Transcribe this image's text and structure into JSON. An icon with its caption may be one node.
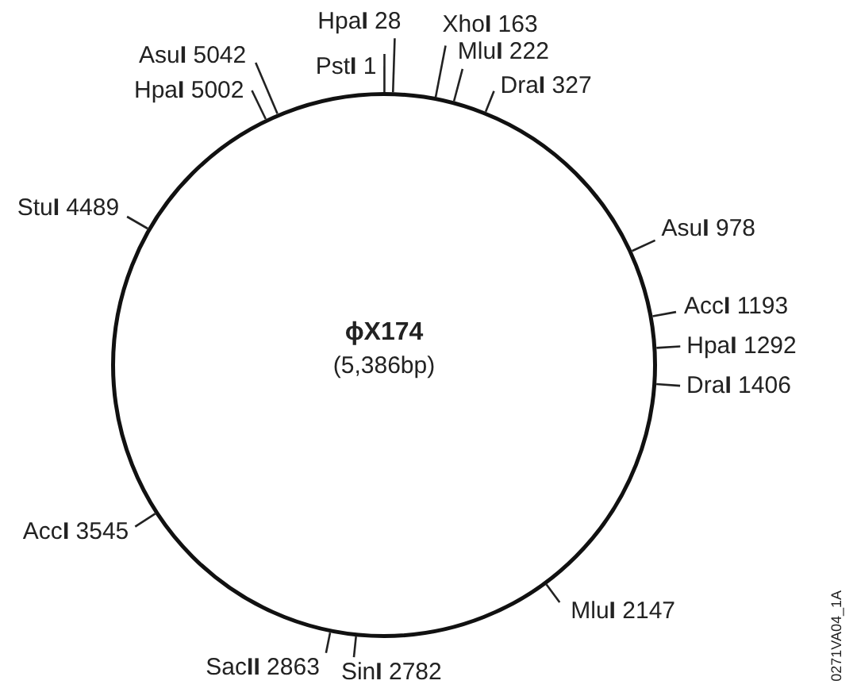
{
  "diagram": {
    "nodes": [
      {
        "text": [
          "ϕX174",
          "(5,386bp)"
        ]
      },
      {
        "text": [
          "Pst**I** 1"
        ]
      },
      {
        "text": [
          "Hpa**I** 28"
        ]
      },
      {
        "text": [
          "Xho**I** 163"
        ]
      },
      {
        "text": [
          "Mlu**I** 222"
        ]
      },
      {
        "text": [
          "Dra**I** 327"
        ]
      },
      {
        "text": [
          "Asu**I** 978"
        ]
      },
      {
        "text": [
          "Acc**I** 1193"
        ]
      },
      {
        "text": [
          "Hpa**I** 1292"
        ]
      },
      {
        "text": [
          "Dra**I** 1406"
        ]
      },
      {
        "text": [
          "Mlu**I** 2147"
        ]
      },
      {
        "text": [
          "Sin**I** 2782"
        ]
      },
      {
        "text": [
          "Sac**II** 2863"
        ]
      },
      {
        "text": [
          "Acc**I** 3545"
        ]
      },
      {
        "text": [
          "Stu**I** 4489"
        ]
      },
      {
        "text": [
          "Hpa**I** 5002"
        ]
      },
      {
        "text": [
          "Asu**I** 5042"
        ]
      }
    ],
    "edges": [
      {
        "from": 1,
        "to": 0,
        "arrow": "none"
      },
      {
        "from": 2,
        "to": 0,
        "arrow": "none"
      },
      {
        "from": 3,
        "to": 0,
        "arrow": "none"
      },
      {
        "from": 4,
        "to": 0,
        "arrow": "none"
      },
      {
        "from": 5,
        "to": 0,
        "arrow": "none"
      },
      {
        "from": 6,
        "to": 0,
        "arrow": "none"
      },
      {
        "from": 7,
        "to": 0,
        "arrow": "none"
      },
      {
        "from": 8,
        "to": 0,
        "arrow": "none"
      },
      {
        "from": 9,
        "to": 0,
        "arrow": "none"
      },
      {
        "from": 10,
        "to": 0,
        "arrow": "none"
      },
      {
        "from": 11,
        "to": 0,
        "arrow": "none"
      },
      {
        "from": 12,
        "to": 0,
        "arrow": "none"
      },
      {
        "from": 13,
        "to": 0,
        "arrow": "none"
      },
      {
        "from": 14,
        "to": 0,
        "arrow": "none"
      },
      {
        "from": 15,
        "to": 0,
        "arrow": "none"
      },
      {
        "from": 16,
        "to": 0,
        "arrow": "none"
      }
    ],
    "labels": [
      "0271VA04_1A"
    ]
  }
}
